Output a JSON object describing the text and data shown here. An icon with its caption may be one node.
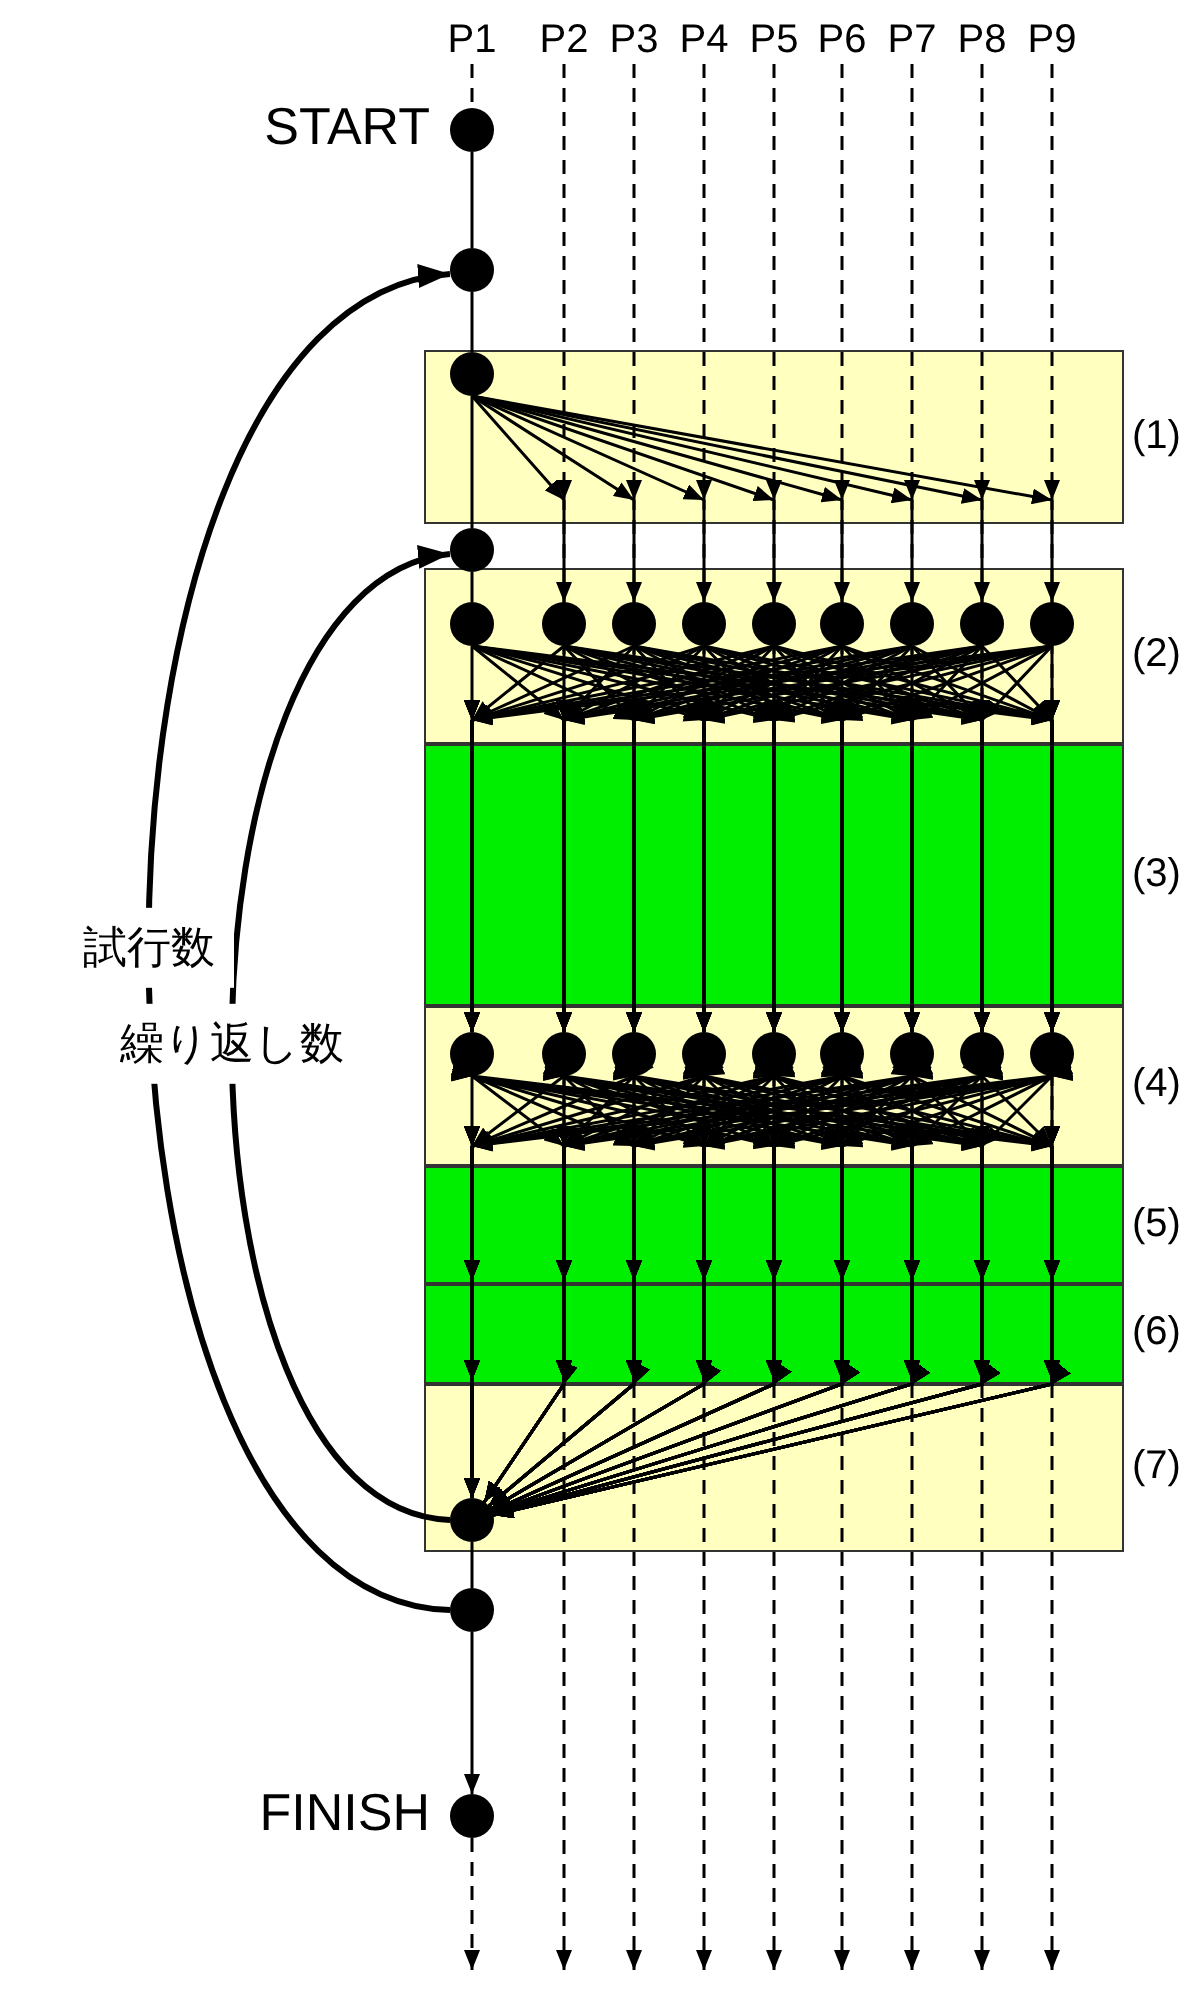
{
  "diagram": {
    "nodes": [
      {
        "text": [
          "P1"
        ]
      },
      {
        "text": [
          "P2"
        ]
      },
      {
        "text": [
          "P3"
        ]
      },
      {
        "text": [
          "P4"
        ]
      },
      {
        "text": [
          "P5"
        ]
      },
      {
        "text": [
          "P6"
        ]
      },
      {
        "text": [
          "P7"
        ]
      },
      {
        "text": [
          "P8"
        ]
      },
      {
        "text": [
          "P9"
        ]
      },
      {
        "text": [],
        "shape": "circle",
        "beside": [
          "START"
        ]
      },
      {
        "text": [],
        "shape": "circle"
      },
      {
        "text": [],
        "shape": "circle"
      },
      {
        "text": [],
        "shape": "circle"
      },
      {
        "text": [],
        "shape": "circle"
      },
      {
        "text": [],
        "shape": "circle"
      },
      {
        "text": [],
        "shape": "circle"
      },
      {
        "text": [],
        "shape": "circle"
      },
      {
        "text": [],
        "shape": "circle"
      },
      {
        "text": [],
        "shape": "circle"
      },
      {
        "text": [],
        "shape": "circle"
      },
      {
        "text": [],
        "shape": "circle"
      },
      {
        "text": [],
        "shape": "circle"
      },
      {
        "text": [],
        "shape": "circle"
      },
      {
        "text": [],
        "shape": "circle"
      },
      {
        "text": [],
        "shape": "circle"
      },
      {
        "text": [],
        "shape": "circle"
      },
      {
        "text": [],
        "shape": "circle"
      },
      {
        "text": [],
        "shape": "circle"
      },
      {
        "text": [],
        "shape": "circle"
      },
      {
        "text": [],
        "shape": "circle"
      },
      {
        "text": [],
        "shape": "circle"
      },
      {
        "text": [],
        "shape": "circle"
      },
      {
        "text": [],
        "shape": "circle"
      },
      {
        "text": [],
        "shape": "circle",
        "beside": [
          "FINISH"
        ]
      }
    ],
    "edges": [
      {
        "from": 0,
        "to": 9,
        "arrow": "none",
        "style": "dashed"
      },
      {
        "from": 1,
        "to": null,
        "arrow": "to",
        "style": "dashed"
      },
      {
        "from": 2,
        "to": null,
        "arrow": "to",
        "style": "dashed"
      },
      {
        "from": 3,
        "to": null,
        "arrow": "to",
        "style": "dashed"
      },
      {
        "from": 4,
        "to": null,
        "arrow": "to",
        "style": "dashed"
      },
      {
        "from": 5,
        "to": null,
        "arrow": "to",
        "style": "dashed"
      },
      {
        "from": 6,
        "to": null,
        "arrow": "to",
        "style": "dashed"
      },
      {
        "from": 7,
        "to": null,
        "arrow": "to",
        "style": "dashed"
      },
      {
        "from": 8,
        "to": null,
        "arrow": "to",
        "style": "dashed"
      },
      {
        "from": 9,
        "to": 10,
        "arrow": "none"
      },
      {
        "from": 10,
        "to": 11,
        "arrow": "none"
      },
      {
        "from": 11,
        "to": 12,
        "arrow": "none"
      },
      {
        "from": 12,
        "to": 13,
        "arrow": "none"
      },
      {
        "from": 11,
        "to": 14,
        "arrow": "to"
      },
      {
        "from": 11,
        "to": 15,
        "arrow": "to"
      },
      {
        "from": 11,
        "to": 16,
        "arrow": "to"
      },
      {
        "from": 11,
        "to": 17,
        "arrow": "to"
      },
      {
        "from": 11,
        "to": 18,
        "arrow": "to"
      },
      {
        "from": 11,
        "to": 19,
        "arrow": "to"
      },
      {
        "from": 11,
        "to": 20,
        "arrow": "to"
      },
      {
        "from": 11,
        "to": 21,
        "arrow": "to"
      },
      {
        "from": 13,
        "to": 22,
        "arrow": "to"
      },
      {
        "from": 13,
        "to": 23,
        "arrow": "to"
      },
      {
        "from": 13,
        "to": 24,
        "arrow": "to"
      },
      {
        "from": 13,
        "to": 25,
        "arrow": "to"
      },
      {
        "from": 13,
        "to": 26,
        "arrow": "to"
      },
      {
        "from": 13,
        "to": 27,
        "arrow": "to"
      },
      {
        "from": 13,
        "to": 28,
        "arrow": "to"
      },
      {
        "from": 13,
        "to": 29,
        "arrow": "to"
      },
      {
        "from": 13,
        "to": 30,
        "arrow": "to"
      },
      {
        "from": 14,
        "to": 22,
        "arrow": "to"
      },
      {
        "from": 14,
        "to": 23,
        "arrow": "to"
      },
      {
        "from": 14,
        "to": 24,
        "arrow": "to"
      },
      {
        "from": 14,
        "to": 25,
        "arrow": "to"
      },
      {
        "from": 14,
        "to": 26,
        "arrow": "to"
      },
      {
        "from": 14,
        "to": 27,
        "arrow": "to"
      },
      {
        "from": 14,
        "to": 28,
        "arrow": "to"
      },
      {
        "from": 14,
        "to": 29,
        "arrow": "to"
      },
      {
        "from": 14,
        "to": 30,
        "arrow": "to"
      },
      {
        "from": 15,
        "to": 22,
        "arrow": "to"
      },
      {
        "from": 15,
        "to": 23,
        "arrow": "to"
      },
      {
        "from": 15,
        "to": 24,
        "arrow": "to"
      },
      {
        "from": 15,
        "to": 25,
        "arrow": "to"
      },
      {
        "from": 15,
        "to": 26,
        "arrow": "to"
      },
      {
        "from": 15,
        "to": 27,
        "arrow": "to"
      },
      {
        "from": 15,
        "to": 28,
        "arrow": "to"
      },
      {
        "from": 15,
        "to": 29,
        "arrow": "to"
      },
      {
        "from": 15,
        "to": 30,
        "arrow": "to"
      },
      {
        "from": 16,
        "to": 22,
        "arrow": "to"
      },
      {
        "from": 16,
        "to": 23,
        "arrow": "to"
      },
      {
        "from": 16,
        "to": 24,
        "arrow": "to"
      },
      {
        "from": 16,
        "to": 25,
        "arrow": "to"
      },
      {
        "from": 16,
        "to": 26,
        "arrow": "to"
      },
      {
        "from": 16,
        "to": 27,
        "arrow": "to"
      },
      {
        "from": 16,
        "to": 28,
        "arrow": "to"
      },
      {
        "from": 16,
        "to": 29,
        "arrow": "to"
      },
      {
        "from": 16,
        "to": 30,
        "arrow": "to"
      },
      {
        "from": 17,
        "to": 22,
        "arrow": "to"
      },
      {
        "from": 17,
        "to": 23,
        "arrow": "to"
      },
      {
        "from": 17,
        "to": 24,
        "arrow": "to"
      },
      {
        "from": 17,
        "to": 25,
        "arrow": "to"
      },
      {
        "from": 17,
        "to": 26,
        "arrow": "to"
      },
      {
        "from": 17,
        "to": 27,
        "arrow": "to"
      },
      {
        "from": 17,
        "to": 28,
        "arrow": "to"
      },
      {
        "from": 17,
        "to": 29,
        "arrow": "to"
      },
      {
        "from": 17,
        "to": 30,
        "arrow": "to"
      },
      {
        "from": 18,
        "to": 22,
        "arrow": "to"
      },
      {
        "from": 18,
        "to": 23,
        "arrow": "to"
      },
      {
        "from": 18,
        "to": 24,
        "arrow": "to"
      },
      {
        "from": 18,
        "to": 25,
        "arrow": "to"
      },
      {
        "from": 18,
        "to": 26,
        "arrow": "to"
      },
      {
        "from": 18,
        "to": 27,
        "arrow": "to"
      },
      {
        "from": 18,
        "to": 28,
        "arrow": "to"
      },
      {
        "from": 18,
        "to": 29,
        "arrow": "to"
      },
      {
        "from": 18,
        "to": 30,
        "arrow": "to"
      },
      {
        "from": 19,
        "to": 22,
        "arrow": "to"
      },
      {
        "from": 19,
        "to": 23,
        "arrow": "to"
      },
      {
        "from": 19,
        "to": 24,
        "arrow": "to"
      },
      {
        "from": 19,
        "to": 25,
        "arrow": "to"
      },
      {
        "from": 19,
        "to": 26,
        "arrow": "to"
      },
      {
        "from": 19,
        "to": 27,
        "arrow": "to"
      },
      {
        "from": 19,
        "to": 28,
        "arrow": "to"
      },
      {
        "from": 19,
        "to": 29,
        "arrow": "to"
      },
      {
        "from": 19,
        "to": 30,
        "arrow": "to"
      },
      {
        "from": 20,
        "to": 22,
        "arrow": "to"
      },
      {
        "from": 20,
        "to": 23,
        "arrow": "to"
      },
      {
        "from": 20,
        "to": 24,
        "arrow": "to"
      },
      {
        "from": 20,
        "to": 25,
        "arrow": "to"
      },
      {
        "from": 20,
        "to": 26,
        "arrow": "to"
      },
      {
        "from": 20,
        "to": 27,
        "arrow": "to"
      },
      {
        "from": 20,
        "to": 28,
        "arrow": "to"
      },
      {
        "from": 20,
        "to": 29,
        "arrow": "to"
      },
      {
        "from": 20,
        "to": 30,
        "arrow": "to"
      },
      {
        "from": 21,
        "to": 22,
        "arrow": "to"
      },
      {
        "from": 21,
        "to": 23,
        "arrow": "to"
      },
      {
        "from": 21,
        "to": 24,
        "arrow": "to"
      },
      {
        "from": 21,
        "to": 25,
        "arrow": "to"
      },
      {
        "from": 21,
        "to": 26,
        "arrow": "to"
      },
      {
        "from": 21,
        "to": 27,
        "arrow": "to"
      },
      {
        "from": 21,
        "to": 28,
        "arrow": "to"
      },
      {
        "from": 21,
        "to": 29,
        "arrow": "to"
      },
      {
        "from": 21,
        "to": 30,
        "arrow": "to"
      },
      {
        "from": 22,
        "to": 31,
        "arrow": "to"
      },
      {
        "from": 23,
        "to": 31,
        "arrow": "to"
      },
      {
        "from": 24,
        "to": 31,
        "arrow": "to"
      },
      {
        "from": 25,
        "to": 31,
        "arrow": "to"
      },
      {
        "from": 26,
        "to": 31,
        "arrow": "to"
      },
      {
        "from": 27,
        "to": 31,
        "arrow": "to"
      },
      {
        "from": 28,
        "to": 31,
        "arrow": "to"
      },
      {
        "from": 29,
        "to": 31,
        "arrow": "to"
      },
      {
        "from": 30,
        "to": 31,
        "arrow": "to"
      },
      {
        "from": 31,
        "to": 32,
        "arrow": "none"
      },
      {
        "from": 32,
        "to": 33,
        "arrow": "to"
      },
      {
        "from": 33,
        "to": null,
        "arrow": "to",
        "style": "dashed"
      },
      {
        "from": 32,
        "to": 10,
        "arrow": "to",
        "style": "thick",
        "label": "試行数"
      },
      {
        "from": 31,
        "to": 12,
        "arrow": "to",
        "style": "thick",
        "label": "繰り返し数"
      }
    ],
    "labels": [
      "(1)",
      "(2)",
      "(3)",
      "(4)",
      "(5)",
      "(6)",
      "(7)"
    ]
  }
}
